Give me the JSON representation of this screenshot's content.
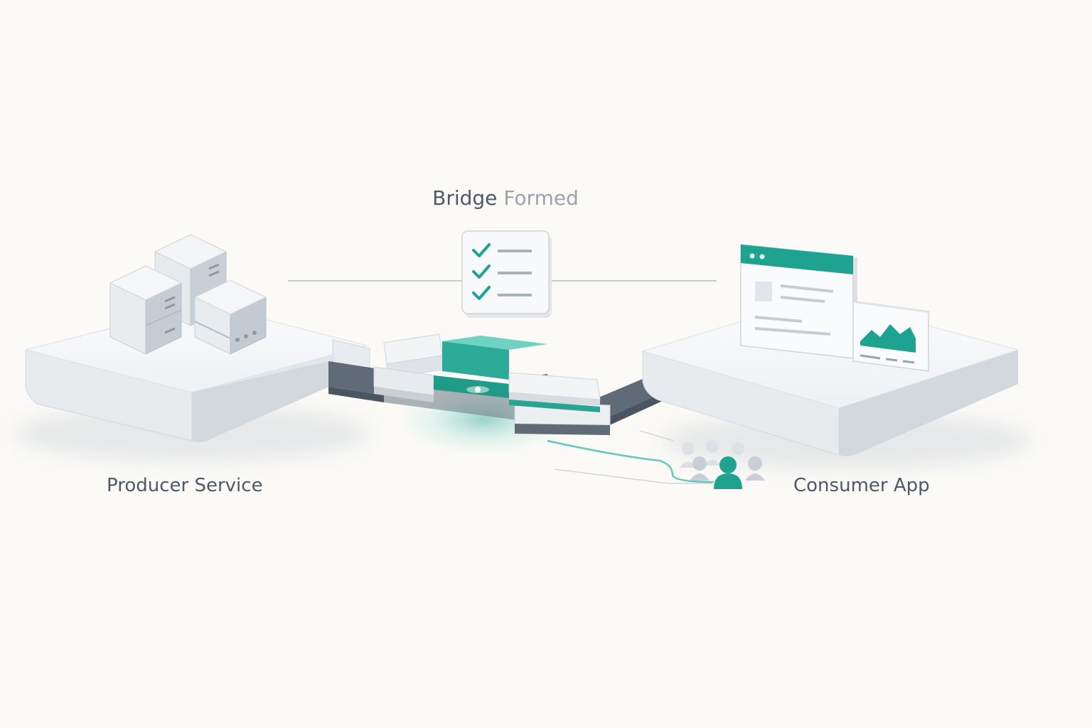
{
  "title": {
    "word1": "Bridge",
    "word2": "Formed"
  },
  "producer": {
    "label": "Producer Service",
    "icon": "server-stack-icon"
  },
  "consumer": {
    "label": "Consumer App",
    "icon": "app-window-icon"
  },
  "checklist": {
    "icon": "checklist-icon",
    "items": 3
  },
  "users": {
    "icon": "user-group-icon"
  },
  "colors": {
    "accent": "#1fa391",
    "accent_light": "#5fc9b8",
    "text_dark": "#4d5966",
    "text_light": "#9aa3ab",
    "background": "#fbfaf7"
  }
}
